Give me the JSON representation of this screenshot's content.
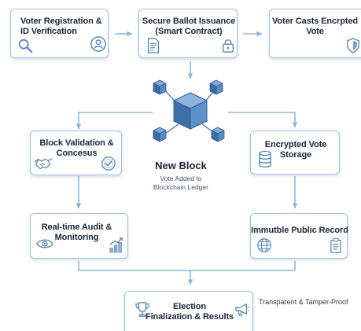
{
  "steps": {
    "voter_registration": "Voter Registration &\nID Verification",
    "ballot_issuance": "Secure Ballot Issuance\n(Smart Contract)",
    "voter_casts": "Voter Casts Encrpted\nVote",
    "block_validation": "Block Validation &\nConcesus",
    "encrypted_storage": "Encrypted Vote\nStorage",
    "audit_monitoring": "Real-time Audit &\nMonitoring",
    "public_record": "Immutble Public Record",
    "finalization": "Election\nFinalization & Results"
  },
  "center": {
    "title": "New Block",
    "subtitle": "Vote Added to\nBlockchain Ledger"
  },
  "note": "Transparent & Tamper-Proof",
  "icons": [
    "magnifier-icon",
    "user-id-icon",
    "contract-document-icon",
    "lock-icon",
    "shield-icon",
    "blockchain-cubes-icon",
    "handshake-icon",
    "checkmark-badge-icon",
    "database-icon",
    "eye-icon",
    "growth-chart-icon",
    "globe-icon",
    "clipboard-icon",
    "trophy-icon",
    "megaphone-icon"
  ],
  "colors": {
    "box_border": "#9ec0df",
    "connector": "#8fb3d6",
    "icon_stroke": "#5b8bb8",
    "cube_face": "#4f86c4"
  }
}
